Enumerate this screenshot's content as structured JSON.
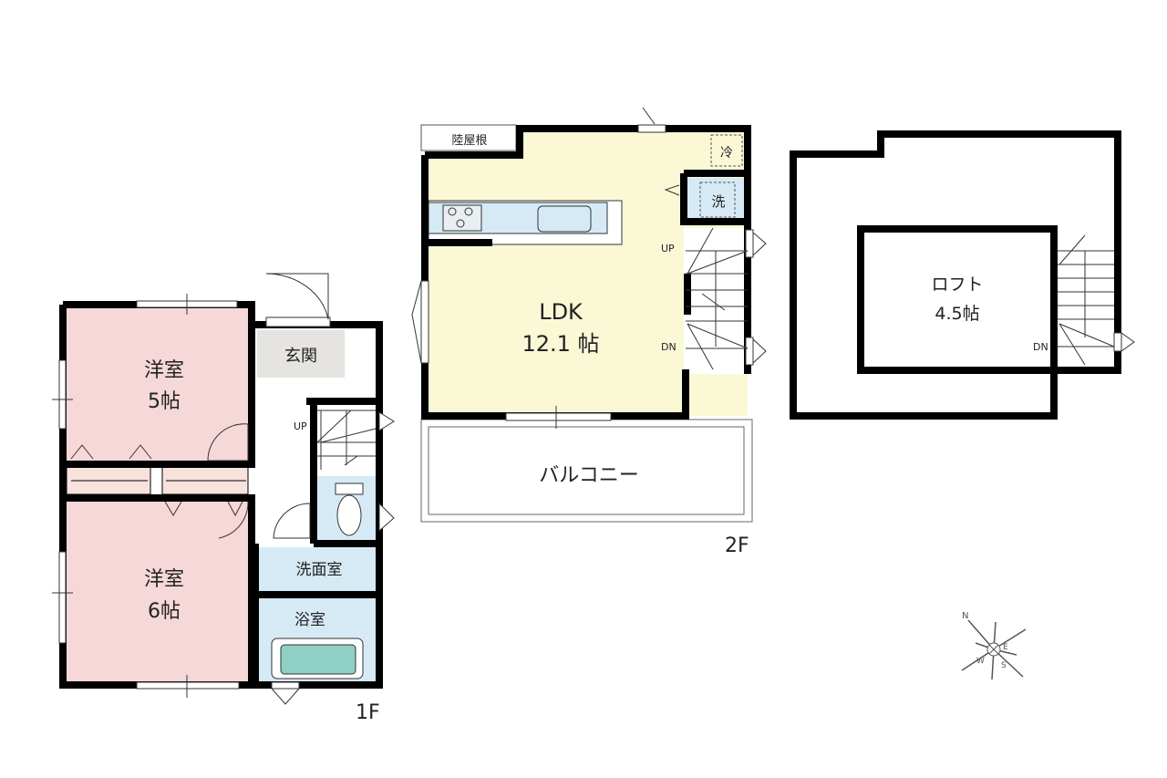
{
  "floor1": {
    "label": "1F",
    "rooms": {
      "bedroom5": {
        "name": "洋室",
        "size": "5帖"
      },
      "bedroom6": {
        "name": "洋室",
        "size": "6帖"
      },
      "entrance": {
        "name": "玄関"
      },
      "washroom": {
        "name": "洗面室"
      },
      "bathroom": {
        "name": "浴室"
      }
    },
    "stairs_label": "UP"
  },
  "floor2": {
    "label": "2F",
    "rooms": {
      "ldk": {
        "name": "LDK",
        "size": "12.1 帖"
      },
      "balcony": {
        "name": "バルコニー"
      },
      "flat_roof": {
        "name": "陸屋根"
      }
    },
    "fridge_mark": "冷",
    "washer_mark": "洗",
    "stairs_up": "UP",
    "stairs_down": "DN"
  },
  "loft": {
    "name": "ロフト",
    "size": "4.5帖",
    "stairs_down": "DN"
  },
  "compass": {
    "n": "N",
    "e": "E",
    "s": "S",
    "w": "W"
  },
  "colors": {
    "bedroom": "#f6d8d8",
    "ldk": "#fbf8d6",
    "wet": "#d6eaf6",
    "entrance": "#e6e4e1",
    "tub": "#8fcfc4",
    "wall": "#000000"
  }
}
